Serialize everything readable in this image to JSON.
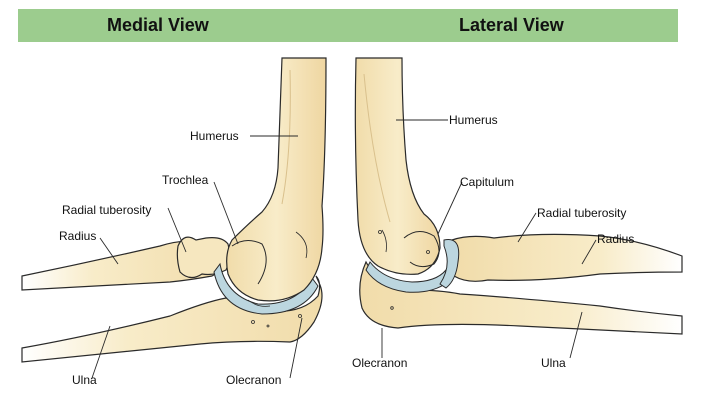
{
  "header": {
    "medial_title": "Medial View",
    "lateral_title": "Lateral View",
    "bar_color": "#9ccc8e"
  },
  "colors": {
    "bone": "#f6e7bf",
    "bone_shade": "#e9d19d",
    "cartilage": "#bcd6df",
    "outline": "#2a2a2a"
  },
  "medial": {
    "humerus": "Humerus",
    "trochlea": "Trochlea",
    "radial_tuberosity": "Radial tuberosity",
    "radius": "Radius",
    "ulna": "Ulna",
    "olecranon": "Olecranon"
  },
  "lateral": {
    "humerus": "Humerus",
    "capitulum": "Capitulum",
    "radial_tuberosity": "Radial tuberosity",
    "radius": "Radius",
    "olecranon": "Olecranon",
    "ulna": "Ulna"
  }
}
